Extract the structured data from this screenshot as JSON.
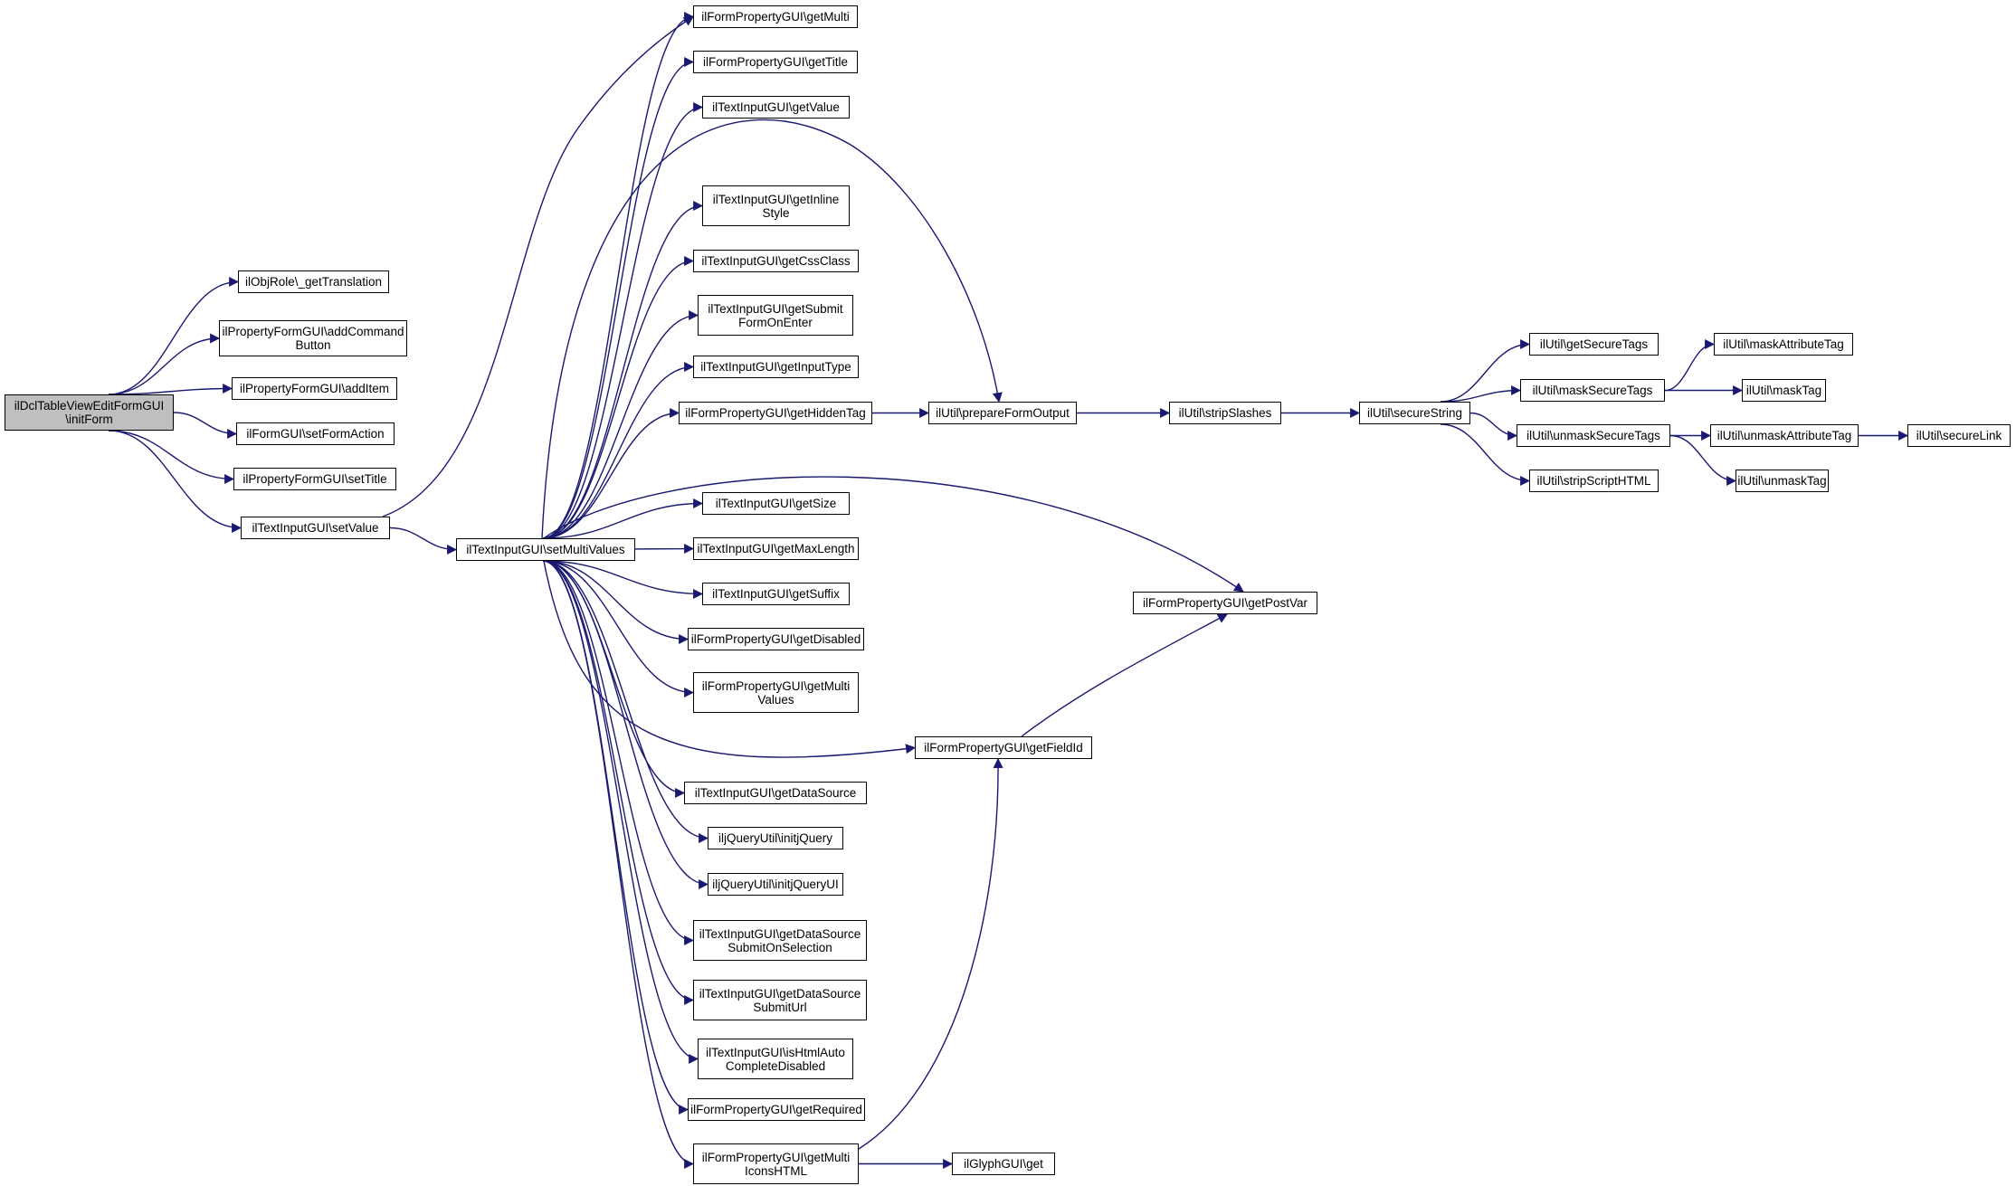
{
  "graph": {
    "edge_color": "#191970",
    "root_fill": "#bfbfbf",
    "nodes": [
      {
        "id": "root",
        "label": "ilDclTableViewEditFormGUI\n\\initForm",
        "root": true
      },
      {
        "id": "getTranslation",
        "label": "ilObjRole\\_getTranslation"
      },
      {
        "id": "addCommandButton",
        "label": "ilPropertyFormGUI\\addCommand\nButton"
      },
      {
        "id": "addItem",
        "label": "ilPropertyFormGUI\\addItem"
      },
      {
        "id": "setFormAction",
        "label": "ilFormGUI\\setFormAction"
      },
      {
        "id": "setTitle",
        "label": "ilPropertyFormGUI\\setTitle"
      },
      {
        "id": "setValue",
        "label": "ilTextInputGUI\\setValue"
      },
      {
        "id": "setMultiValues",
        "label": "ilTextInputGUI\\setMultiValues"
      },
      {
        "id": "getMulti",
        "label": "ilFormPropertyGUI\\getMulti"
      },
      {
        "id": "getTitle",
        "label": "ilFormPropertyGUI\\getTitle"
      },
      {
        "id": "getValue",
        "label": "ilTextInputGUI\\getValue"
      },
      {
        "id": "getInlineStyle",
        "label": "ilTextInputGUI\\getInline\nStyle"
      },
      {
        "id": "getCssClass",
        "label": "ilTextInputGUI\\getCssClass"
      },
      {
        "id": "getSubmitFormOnEnter",
        "label": "ilTextInputGUI\\getSubmit\nFormOnEnter"
      },
      {
        "id": "getInputType",
        "label": "ilTextInputGUI\\getInputType"
      },
      {
        "id": "getHiddenTag",
        "label": "ilFormPropertyGUI\\getHiddenTag"
      },
      {
        "id": "getSize",
        "label": "ilTextInputGUI\\getSize"
      },
      {
        "id": "getMaxLength",
        "label": "ilTextInputGUI\\getMaxLength"
      },
      {
        "id": "getSuffix",
        "label": "ilTextInputGUI\\getSuffix"
      },
      {
        "id": "getDisabled",
        "label": "ilFormPropertyGUI\\getDisabled"
      },
      {
        "id": "getMultiValues",
        "label": "ilFormPropertyGUI\\getMulti\nValues"
      },
      {
        "id": "getDataSource",
        "label": "ilTextInputGUI\\getDataSource"
      },
      {
        "id": "initjQuery",
        "label": "iljQueryUtil\\initjQuery"
      },
      {
        "id": "initjQueryUI",
        "label": "iljQueryUtil\\initjQueryUI"
      },
      {
        "id": "getDataSourceSubmitOnSelection",
        "label": "ilTextInputGUI\\getDataSource\nSubmitOnSelection"
      },
      {
        "id": "getDataSourceSubmitUrl",
        "label": "ilTextInputGUI\\getDataSource\nSubmitUrl"
      },
      {
        "id": "isHtmlAutoCompleteDisabled",
        "label": "ilTextInputGUI\\isHtmlAuto\nCompleteDisabled"
      },
      {
        "id": "getRequired",
        "label": "ilFormPropertyGUI\\getRequired"
      },
      {
        "id": "getMultiIconsHTML",
        "label": "ilFormPropertyGUI\\getMulti\nIconsHTML"
      },
      {
        "id": "prepareFormOutput",
        "label": "ilUtil\\prepareFormOutput"
      },
      {
        "id": "getFieldId",
        "label": "ilFormPropertyGUI\\getFieldId"
      },
      {
        "id": "getPostVar",
        "label": "ilFormPropertyGUI\\getPostVar"
      },
      {
        "id": "glyphGet",
        "label": "ilGlyphGUI\\get"
      },
      {
        "id": "stripSlashes",
        "label": "ilUtil\\stripSlashes"
      },
      {
        "id": "secureString",
        "label": "ilUtil\\secureString"
      },
      {
        "id": "getSecureTags",
        "label": "ilUtil\\getSecureTags"
      },
      {
        "id": "maskSecureTags",
        "label": "ilUtil\\maskSecureTags"
      },
      {
        "id": "unmaskSecureTags",
        "label": "ilUtil\\unmaskSecureTags"
      },
      {
        "id": "stripScriptHTML",
        "label": "ilUtil\\stripScriptHTML"
      },
      {
        "id": "maskAttributeTag",
        "label": "ilUtil\\maskAttributeTag"
      },
      {
        "id": "maskTag",
        "label": "ilUtil\\maskTag"
      },
      {
        "id": "unmaskAttributeTag",
        "label": "ilUtil\\unmaskAttributeTag"
      },
      {
        "id": "unmaskTag",
        "label": "ilUtil\\unmaskTag"
      },
      {
        "id": "secureLink",
        "label": "ilUtil\\secureLink"
      }
    ],
    "edges": [
      [
        "root",
        "getTranslation"
      ],
      [
        "root",
        "addCommandButton"
      ],
      [
        "root",
        "addItem"
      ],
      [
        "root",
        "setFormAction"
      ],
      [
        "root",
        "setTitle"
      ],
      [
        "root",
        "setValue"
      ],
      [
        "setValue",
        "getMulti"
      ],
      [
        "setValue",
        "setMultiValues"
      ],
      [
        "setMultiValues",
        "getMulti"
      ],
      [
        "setMultiValues",
        "getTitle"
      ],
      [
        "setMultiValues",
        "getValue"
      ],
      [
        "setMultiValues",
        "prepareFormOutput"
      ],
      [
        "setMultiValues",
        "getInlineStyle"
      ],
      [
        "setMultiValues",
        "getCssClass"
      ],
      [
        "setMultiValues",
        "getSubmitFormOnEnter"
      ],
      [
        "setMultiValues",
        "getInputType"
      ],
      [
        "setMultiValues",
        "getHiddenTag"
      ],
      [
        "setMultiValues",
        "getPostVar"
      ],
      [
        "setMultiValues",
        "getSize"
      ],
      [
        "setMultiValues",
        "getMaxLength"
      ],
      [
        "setMultiValues",
        "getSuffix"
      ],
      [
        "setMultiValues",
        "getDisabled"
      ],
      [
        "setMultiValues",
        "getMultiValues"
      ],
      [
        "setMultiValues",
        "getFieldId"
      ],
      [
        "setMultiValues",
        "getDataSource"
      ],
      [
        "setMultiValues",
        "initjQuery"
      ],
      [
        "setMultiValues",
        "initjQueryUI"
      ],
      [
        "setMultiValues",
        "getDataSourceSubmitOnSelection"
      ],
      [
        "setMultiValues",
        "getDataSourceSubmitUrl"
      ],
      [
        "setMultiValues",
        "isHtmlAutoCompleteDisabled"
      ],
      [
        "setMultiValues",
        "getRequired"
      ],
      [
        "setMultiValues",
        "getMultiIconsHTML"
      ],
      [
        "getHiddenTag",
        "prepareFormOutput"
      ],
      [
        "prepareFormOutput",
        "stripSlashes"
      ],
      [
        "stripSlashes",
        "secureString"
      ],
      [
        "secureString",
        "getSecureTags"
      ],
      [
        "secureString",
        "maskSecureTags"
      ],
      [
        "secureString",
        "unmaskSecureTags"
      ],
      [
        "secureString",
        "stripScriptHTML"
      ],
      [
        "maskSecureTags",
        "maskAttributeTag"
      ],
      [
        "maskSecureTags",
        "maskTag"
      ],
      [
        "unmaskSecureTags",
        "unmaskAttributeTag"
      ],
      [
        "unmaskSecureTags",
        "unmaskTag"
      ],
      [
        "unmaskAttributeTag",
        "secureLink"
      ],
      [
        "getFieldId",
        "getPostVar"
      ],
      [
        "getMultiIconsHTML",
        "getFieldId"
      ],
      [
        "getMultiIconsHTML",
        "glyphGet"
      ]
    ]
  }
}
